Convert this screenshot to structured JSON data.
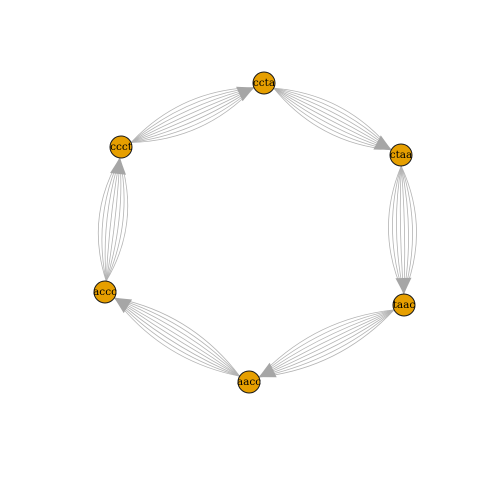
{
  "diagram": {
    "colors": {
      "node_fill": "#e69f00",
      "node_stroke": "#1a1a1a",
      "edge": "#b3b3b3",
      "arrowhead": "#a6a6a6",
      "background": "#ffffff"
    },
    "nodes": [
      {
        "id": "ccta",
        "label": "ccta"
      },
      {
        "id": "ctaa",
        "label": "ctaa"
      },
      {
        "id": "taac",
        "label": "taac"
      },
      {
        "id": "aacc",
        "label": "aacc"
      },
      {
        "id": "accc",
        "label": "accc"
      },
      {
        "id": "ccct",
        "label": "ccct"
      }
    ],
    "edges": [
      {
        "from": "ccta",
        "to": "ctaa",
        "count": 8
      },
      {
        "from": "ctaa",
        "to": "taac",
        "count": 8
      },
      {
        "from": "taac",
        "to": "aacc",
        "count": 8
      },
      {
        "from": "aacc",
        "to": "accc",
        "count": 8
      },
      {
        "from": "accc",
        "to": "ccct",
        "count": 8
      },
      {
        "from": "ccct",
        "to": "ccta",
        "count": 8
      }
    ]
  }
}
